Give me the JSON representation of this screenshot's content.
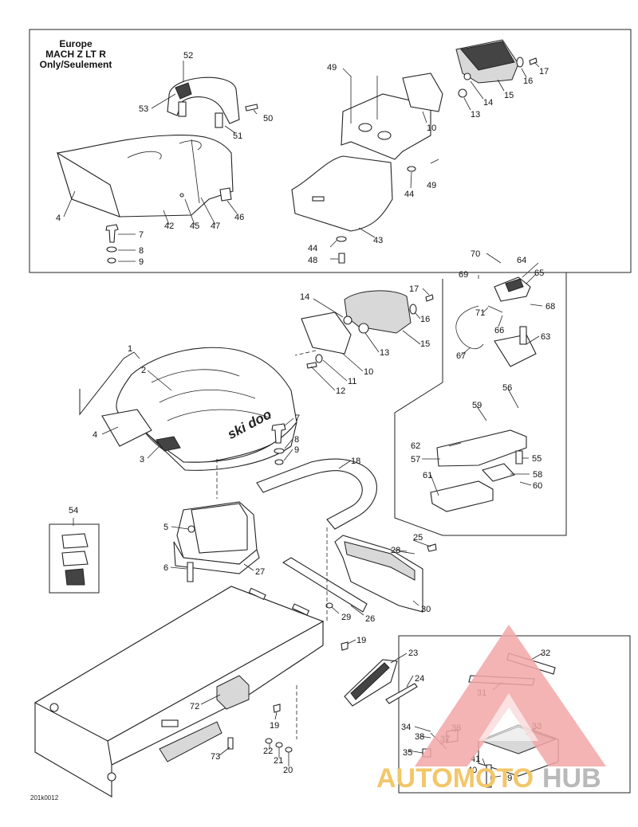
{
  "diagram": {
    "header_lines": [
      "Europe",
      "MACH Z LT R",
      "Only/Seulement"
    ],
    "drawing_code": "201k0012",
    "callouts": [
      "1",
      "2",
      "3",
      "4",
      "5",
      "6",
      "7",
      "8",
      "9",
      "10",
      "11",
      "12",
      "13",
      "14",
      "15",
      "16",
      "17",
      "18",
      "19",
      "20",
      "21",
      "22",
      "23",
      "24",
      "25",
      "26",
      "27",
      "28",
      "29",
      "30",
      "31",
      "32",
      "33",
      "34",
      "35",
      "36",
      "37",
      "38",
      "39",
      "40",
      "41",
      "42",
      "43",
      "44",
      "45",
      "46",
      "47",
      "48",
      "49",
      "50",
      "51",
      "52",
      "53",
      "54",
      "55",
      "56",
      "57",
      "58",
      "59",
      "60",
      "61",
      "62",
      "63",
      "64",
      "65",
      "66",
      "67",
      "68",
      "69",
      "70",
      "71",
      "72",
      "73"
    ]
  },
  "watermark": {
    "text_left": "AUTOMOTO",
    "text_right": "HUB",
    "color_triangle": "#e86a6a",
    "color_left": "#f2c76a",
    "color_right": "#b9b9b9"
  }
}
